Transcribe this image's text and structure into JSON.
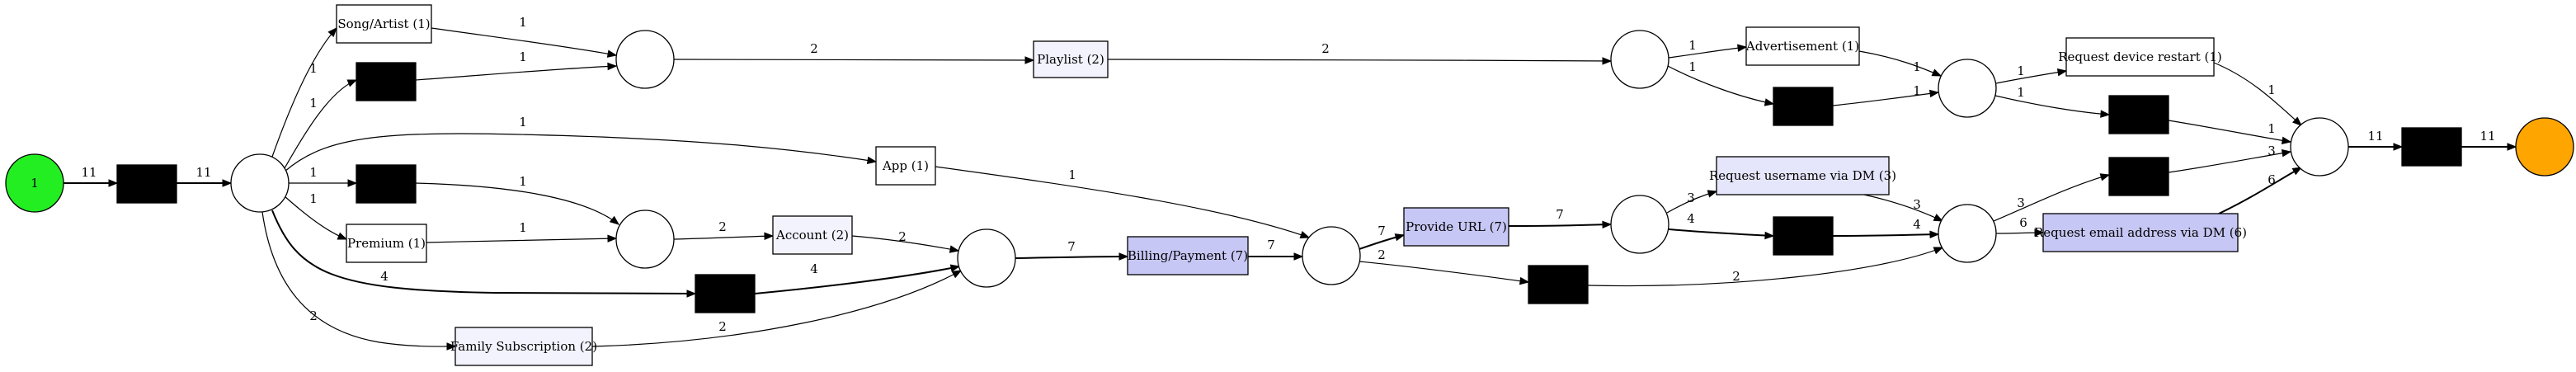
{
  "diagram": {
    "type": "petri-net",
    "colors": {
      "start_place": "#22ee22",
      "end_place": "#ffa500",
      "transition_default": "#ffffff",
      "transition_light": "#f3f3fe",
      "transition_medium": "#e5e5fb",
      "transition_strong": "#c7c7f5",
      "silent_transition": "#000000",
      "stroke": "#000000"
    },
    "places": [
      {
        "id": "p_start",
        "kind": "start",
        "label": "1"
      },
      {
        "id": "p1"
      },
      {
        "id": "p2"
      },
      {
        "id": "p3"
      },
      {
        "id": "p4"
      },
      {
        "id": "p5"
      },
      {
        "id": "p6"
      },
      {
        "id": "p7"
      },
      {
        "id": "p8"
      },
      {
        "id": "p9"
      },
      {
        "id": "p10"
      },
      {
        "id": "p_end",
        "kind": "end"
      }
    ],
    "transitions": [
      {
        "id": "t_start_tau",
        "label": "",
        "silent": true
      },
      {
        "id": "t_song",
        "label": "Song/Artist (1)",
        "fill": "transition_default"
      },
      {
        "id": "t_tau_a",
        "label": "",
        "silent": true
      },
      {
        "id": "t_app",
        "label": "App (1)",
        "fill": "transition_default"
      },
      {
        "id": "t_tau_b",
        "label": "",
        "silent": true
      },
      {
        "id": "t_premium",
        "label": "Premium (1)",
        "fill": "transition_default"
      },
      {
        "id": "t_tau_c",
        "label": "",
        "silent": true
      },
      {
        "id": "t_family",
        "label": "Family Subscription (2)",
        "fill": "transition_light"
      },
      {
        "id": "t_account",
        "label": "Account (2)",
        "fill": "transition_light"
      },
      {
        "id": "t_playlist",
        "label": "Playlist (2)",
        "fill": "transition_light"
      },
      {
        "id": "t_billing",
        "label": "Billing/Payment (7)",
        "fill": "transition_strong"
      },
      {
        "id": "t_url",
        "label": "Provide URL (7)",
        "fill": "transition_strong"
      },
      {
        "id": "t_tau_d",
        "label": "",
        "silent": true
      },
      {
        "id": "t_ad",
        "label": "Advertisement (1)",
        "fill": "transition_default"
      },
      {
        "id": "t_tau_e",
        "label": "",
        "silent": true
      },
      {
        "id": "t_username",
        "label": "Request username via DM (3)",
        "fill": "transition_medium"
      },
      {
        "id": "t_tau_f",
        "label": "",
        "silent": true
      },
      {
        "id": "t_restart",
        "label": "Request device restart (1)",
        "fill": "transition_default"
      },
      {
        "id": "t_tau_g",
        "label": "",
        "silent": true
      },
      {
        "id": "t_tau_h",
        "label": "",
        "silent": true
      },
      {
        "id": "t_email",
        "label": "Request email address via DM (6)",
        "fill": "transition_strong"
      },
      {
        "id": "t_end_tau",
        "label": "",
        "silent": true
      }
    ],
    "arcs": [
      {
        "from": "p_start",
        "to": "t_start_tau",
        "label": "11"
      },
      {
        "from": "t_start_tau",
        "to": "p1",
        "label": "11"
      },
      {
        "from": "p1",
        "to": "t_song",
        "label": "1"
      },
      {
        "from": "p1",
        "to": "t_tau_a",
        "label": "1"
      },
      {
        "from": "p1",
        "to": "t_app",
        "label": "1"
      },
      {
        "from": "p1",
        "to": "t_tau_b",
        "label": "1"
      },
      {
        "from": "p1",
        "to": "t_premium",
        "label": "1"
      },
      {
        "from": "p1",
        "to": "t_tau_c",
        "label": "4"
      },
      {
        "from": "p1",
        "to": "t_family",
        "label": "2"
      },
      {
        "from": "t_song",
        "to": "p2",
        "label": "1"
      },
      {
        "from": "t_tau_a",
        "to": "p2",
        "label": "1"
      },
      {
        "from": "p2",
        "to": "t_playlist",
        "label": "2"
      },
      {
        "from": "t_playlist",
        "to": "p6",
        "label": "2"
      },
      {
        "from": "t_tau_b",
        "to": "p3",
        "label": "1"
      },
      {
        "from": "t_premium",
        "to": "p3",
        "label": "1"
      },
      {
        "from": "p3",
        "to": "t_account",
        "label": "2"
      },
      {
        "from": "t_account",
        "to": "p4",
        "label": "2"
      },
      {
        "from": "t_tau_c",
        "to": "p4",
        "label": "4"
      },
      {
        "from": "t_family",
        "to": "p4",
        "label": "2"
      },
      {
        "from": "p4",
        "to": "t_billing",
        "label": "7"
      },
      {
        "from": "t_billing",
        "to": "p5",
        "label": "7"
      },
      {
        "from": "t_app",
        "to": "p5",
        "label": "1"
      },
      {
        "from": "p5",
        "to": "t_url",
        "label": "7"
      },
      {
        "from": "p5",
        "to": "t_tau_d",
        "label": "2"
      },
      {
        "from": "t_url",
        "to": "p7",
        "label": "7"
      },
      {
        "from": "t_tau_d",
        "to": "p9",
        "label": "2"
      },
      {
        "from": "p6",
        "to": "t_ad",
        "label": "1"
      },
      {
        "from": "p6",
        "to": "t_tau_e",
        "label": "1"
      },
      {
        "from": "t_ad",
        "to": "p8",
        "label": "1"
      },
      {
        "from": "t_tau_e",
        "to": "p8",
        "label": "1"
      },
      {
        "from": "p7",
        "to": "t_username",
        "label": "3"
      },
      {
        "from": "p7",
        "to": "t_tau_f",
        "label": "4"
      },
      {
        "from": "t_username",
        "to": "p9",
        "label": "3"
      },
      {
        "from": "t_tau_f",
        "to": "p9",
        "label": "4"
      },
      {
        "from": "p8",
        "to": "t_restart",
        "label": "1"
      },
      {
        "from": "p8",
        "to": "t_tau_g",
        "label": "1"
      },
      {
        "from": "p9",
        "to": "t_tau_h",
        "label": "3"
      },
      {
        "from": "p9",
        "to": "t_email",
        "label": "6"
      },
      {
        "from": "t_restart",
        "to": "p10",
        "label": "1"
      },
      {
        "from": "t_tau_g",
        "to": "p10",
        "label": "1"
      },
      {
        "from": "t_tau_h",
        "to": "p10",
        "label": "3"
      },
      {
        "from": "t_email",
        "to": "p10",
        "label": "6"
      },
      {
        "from": "p10",
        "to": "t_end_tau",
        "label": "11"
      },
      {
        "from": "t_end_tau",
        "to": "p_end",
        "label": "11"
      }
    ]
  }
}
